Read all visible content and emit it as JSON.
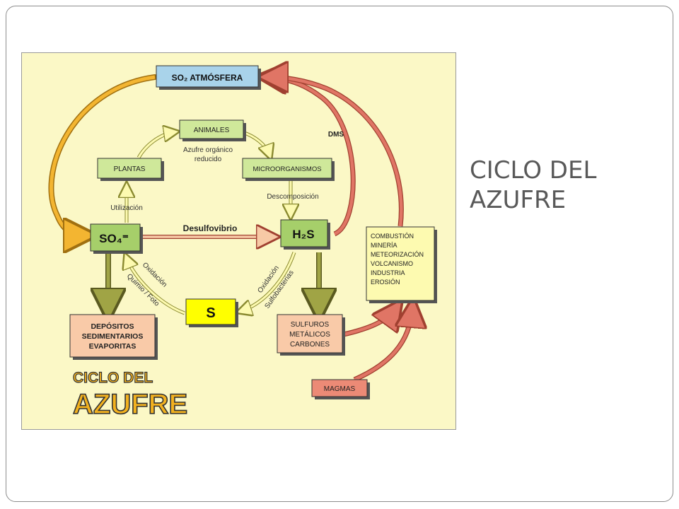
{
  "slide": {
    "title_lines": [
      "CICLO DEL",
      "AZUFRE"
    ]
  },
  "diagram": {
    "boxes": {
      "so2": "SO₂ ATMÓSFERA",
      "animales": "ANIMALES",
      "plantas": "PLANTAS",
      "microorganismos": "MICROORGANISMOS",
      "so4": "SO₄⁼",
      "h2s": "H₂S",
      "s": "S",
      "depositos": [
        "DEPÓSITOS",
        "SEDIMENTARIOS",
        "EVAPORITAS"
      ],
      "sulfuros": [
        "SULFUROS",
        "METÁLICOS",
        "CARBONES"
      ],
      "combustion": [
        "COMBUSTIÓN",
        "MINERÍA",
        "METEORIZACIÓN",
        "VOLCANISMO",
        "INDUSTRIA",
        "EROSIÓN"
      ],
      "magmas": "MAGMAS"
    },
    "labels": {
      "azufre_organico": [
        "Azufre orgánico",
        "reducido"
      ],
      "utilizacion": "Utilización",
      "descomposicion": "Descomposición",
      "desulfovibrio": "Desulfovibrio",
      "dms": "DMS",
      "oxidacion_left": "Oxidación",
      "quimio_foto": "Quimio / Foto",
      "oxidacion_right": "Oxidación",
      "sulfobacterias": "Sulfobacterias"
    },
    "logo": {
      "line1": "CICLO DEL",
      "line2": "AZUFRE"
    },
    "colors": {
      "background": "#fbf8c6",
      "green_box": "#a6cf6a",
      "light_green_box": "#cfe89a",
      "blue_box": "#a9d3ea",
      "yellow_box": "#ffff00",
      "peach_box": "#f9caa8",
      "salmon_box": "#ec8a76",
      "cream_box": "#fdfab0",
      "red_arrow": "#e07565",
      "orange_arrow": "#f3b531",
      "olive_arrow": "#a0a445",
      "logo_fill": "#f2b11f"
    }
  }
}
